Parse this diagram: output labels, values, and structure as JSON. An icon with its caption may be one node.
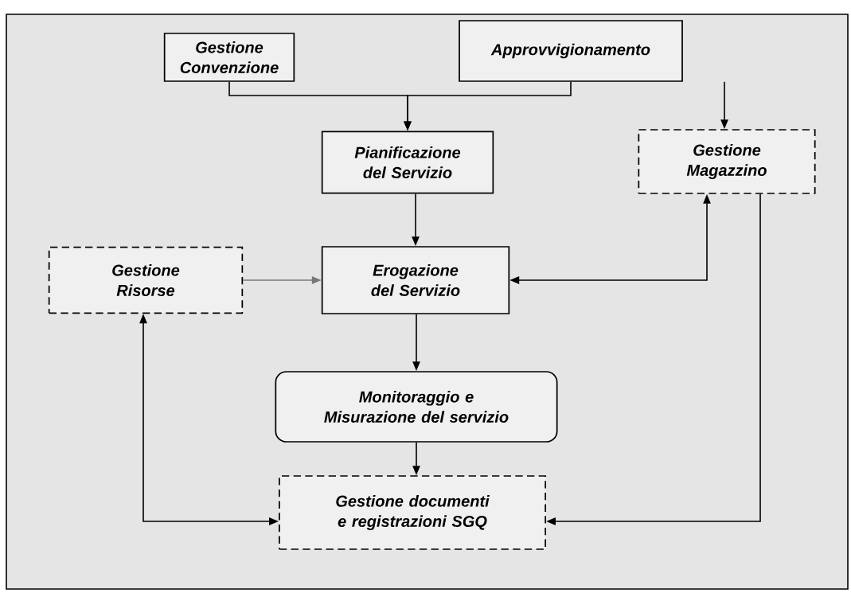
{
  "diagram": {
    "nodes": [
      {
        "text": [
          "Gestione Convenzione"
        ]
      },
      {
        "text": [
          "Approvvigionamento"
        ]
      },
      {
        "text": [
          "Pianificazione del Servizio"
        ]
      },
      {
        "text": [
          "Gestione Magazzino"
        ]
      },
      {
        "text": [
          "Gestione Risorse"
        ]
      },
      {
        "text": [
          "Erogazione del Servizio"
        ]
      },
      {
        "text": [
          "Monitoraggio e Misurazione del servizio"
        ]
      },
      {
        "text": [
          "Gestione documenti e registrazioni SGQ"
        ]
      }
    ],
    "edges": [
      {
        "from": 0,
        "to": 2,
        "arrow": "to"
      },
      {
        "from": 1,
        "to": 2,
        "arrow": "to"
      },
      {
        "from": 1,
        "to": 3,
        "arrow": "to"
      },
      {
        "from": 2,
        "to": 5,
        "arrow": "to"
      },
      {
        "from": 4,
        "to": 5,
        "arrow": "to",
        "color": "#777777"
      },
      {
        "from": 5,
        "to": 3,
        "arrow": "both"
      },
      {
        "from": 5,
        "to": 6,
        "arrow": "to"
      },
      {
        "from": 6,
        "to": 7,
        "arrow": "to"
      },
      {
        "from": 4,
        "to": 7,
        "arrow": "both"
      },
      {
        "from": 3,
        "to": 7,
        "arrow": "to"
      }
    ]
  }
}
